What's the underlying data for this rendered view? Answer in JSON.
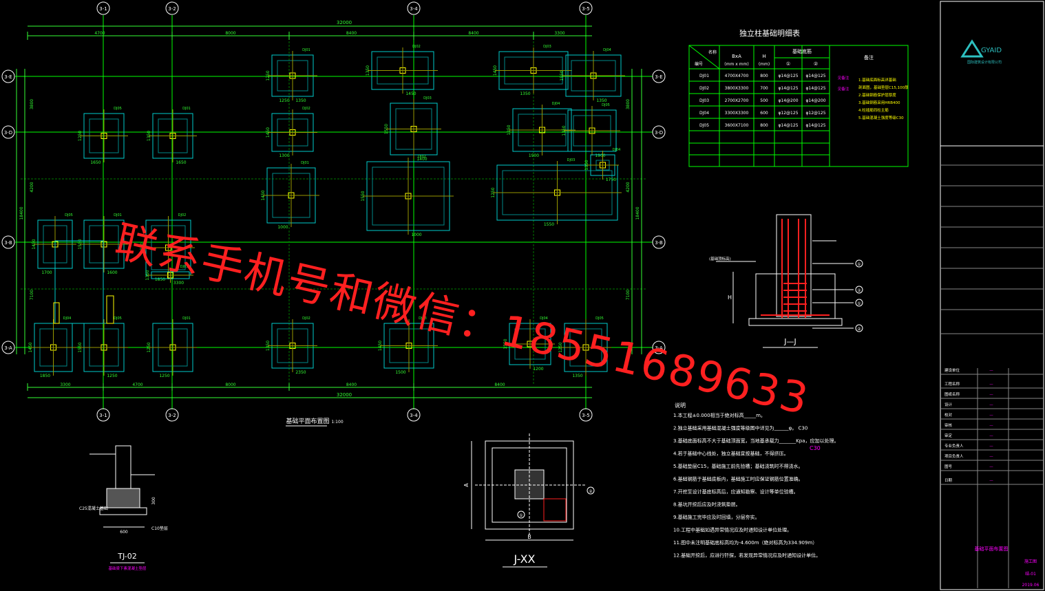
{
  "colors": {
    "background": "#000000",
    "grid_green": "#00ff00",
    "axis_bubble": "#ffffff",
    "footing_cyan": "#00cccc",
    "column_yellow": "#ffff00",
    "dim_green": "#33ff33",
    "watermark": "#ff2020",
    "title_block": "#ffffff",
    "table_green": "#00ff00",
    "magenta": "#ff00ff",
    "rebar_red": "#ff2020"
  },
  "axes": {
    "vertical": [
      "3-1",
      "3-2",
      "3-4",
      "3-5"
    ],
    "horizontal": [
      "3-E",
      "3-D",
      "3-B",
      "3-A"
    ]
  },
  "dims": {
    "total_top": "32000",
    "total_bottom": "32000",
    "bays_top": [
      "4700",
      "8000",
      "8400",
      "8400",
      "3300"
    ],
    "bays_bottom": [
      "3300",
      "4700",
      "8000",
      "8400",
      "8400"
    ],
    "left_rows": [
      "3800",
      "4200",
      "7100"
    ],
    "left_total": "18400",
    "right_rows": [
      "3800",
      "4200",
      "7100"
    ],
    "right_total": "18400",
    "footing_labels": [
      "1250",
      "1450",
      "1350",
      "1350",
      "1650",
      "1650",
      "1300",
      "1400",
      "1900",
      "1900",
      "1000",
      "1000",
      "1550",
      "1750",
      "1700",
      "1600",
      "1850",
      "3300",
      "1850",
      "1250",
      "1250",
      "2350",
      "1500",
      "1200",
      "1350",
      "1350"
    ]
  },
  "plan_title": "基础平面布置图",
  "plan_scale": "1:100",
  "schedule": {
    "title": "独立柱基础明细表",
    "headers": [
      "名称",
      "BxA",
      "H",
      "基础底筋",
      "备注"
    ],
    "header_units": [
      "编号",
      "(mm x mm)",
      "(mm)"
    ],
    "rebar_sub": [
      "①",
      "②"
    ],
    "rows": [
      [
        "DJ01",
        "4700X4700",
        "800",
        "φ14@125",
        "φ14@125"
      ],
      [
        "DJ02",
        "3800X3300",
        "700",
        "φ14@125",
        "φ14@125"
      ],
      [
        "DJ03",
        "2700X2700",
        "500",
        "φ14@200",
        "φ14@200"
      ],
      [
        "DJ04",
        "3300X3300",
        "600",
        "φ12@125",
        "φ12@125"
      ],
      [
        "DJ05",
        "3600X7100",
        "800",
        "φ14@125",
        "φ14@125"
      ]
    ],
    "remarks": [
      "1.基础底面标高详基础",
      "剖面图，基础垫层C15,100厚",
      "2.基础钢筋保护层厚度",
      "3.基础钢筋采用HRB400",
      "4.柱插筋同柱主筋",
      "5.基础混凝土强度等级C30"
    ]
  },
  "detail_labels": {
    "section_title": "J—J",
    "detail_xx": "J-XX",
    "tj_title": "TJ-02",
    "tj_note": "基础梁下素混凝土垫层",
    "tj_c10": "C10垫层",
    "tj_c25": "C25混凝土基础",
    "dim_h": "H",
    "dim_b": "B",
    "dim_a": "A",
    "markers": [
      "①",
      "②"
    ]
  },
  "notes": {
    "heading": "说明",
    "items": [
      "1.本工程±0.000相当于绝对标高_____m。",
      "2.独立基础采用基础混凝土强度等级图中详见为______φ。  C30",
      "3.基础底面标高不大于基础顶面宽，当地基承载力_______Kpa，应加以处理。",
      "4.若于基础中心线处，独立基础宜按基础，不得挤压。",
      "5.基础垫层C15，基础施工前先验槽；基础浇筑时不得浇水。",
      "6.基础钢筋于基础底板内，基础施工时应保证钢筋位置准确。",
      "7.开挖至设计基底标高后，应通知勘察、设计等单位验槽。",
      "8.基坑开挖后应及时浇筑垫层。",
      "9.基础施工完毕应及时回填，分层夯实。",
      "10.工程中基础如遇异常情况应及时通知设计单位处理。",
      "11.图中未注明基础底标高均为-4.600m（绝对标高为334.909m）",
      "12.基础开挖后，应进行钎探，若发现异常情况应及时通知设计单位。"
    ]
  },
  "title_block": {
    "logo": "GYAID",
    "firm": "国际建筑设计有限公司",
    "drawing_name": "基础平面布置图",
    "date": "2019.06",
    "labels": [
      "建设单位",
      "工程名称",
      "图纸名称",
      "设计",
      "校对",
      "审核",
      "审定",
      "专业负责人",
      "项目负责人",
      "图号",
      "日期"
    ],
    "stage": "施工图",
    "sheet_no": "结-01"
  },
  "watermark": "联系手机号和微信：18551689633"
}
